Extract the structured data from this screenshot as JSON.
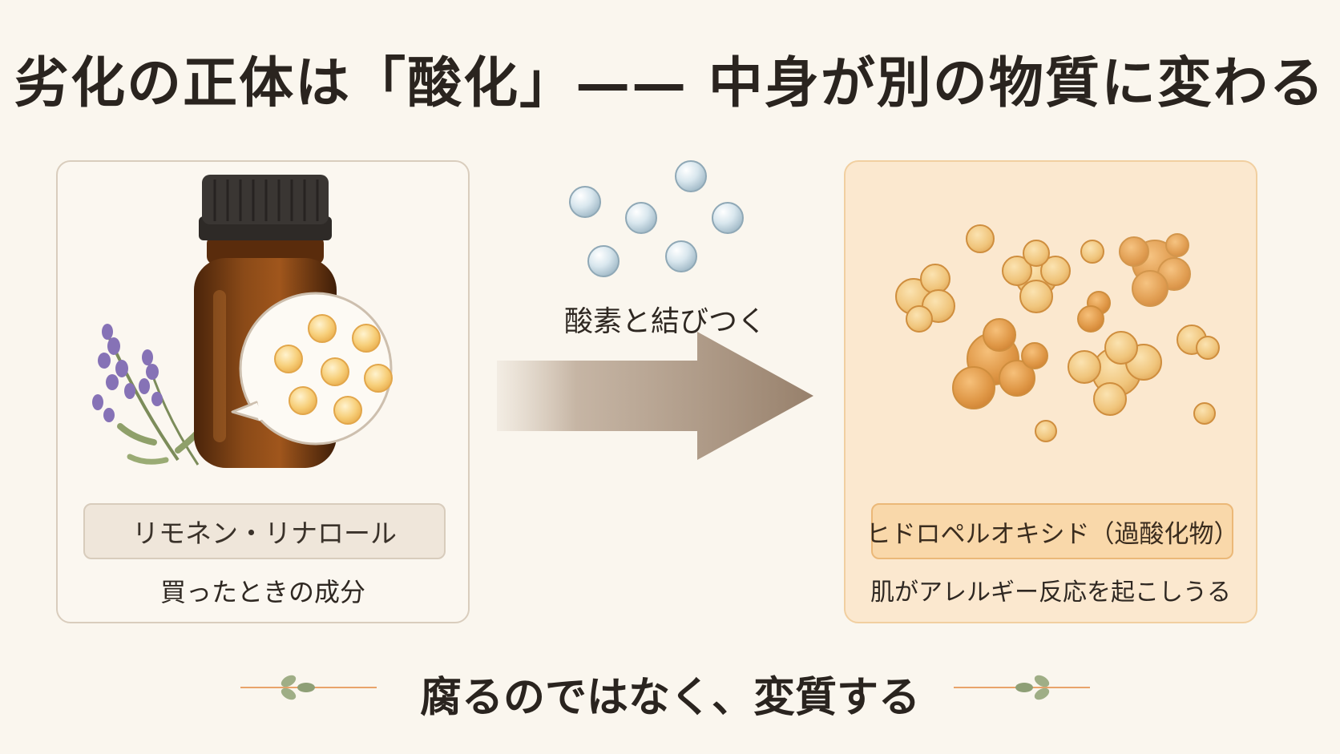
{
  "title": "劣化の正体は「酸化」—— 中身が別の物質に変わる",
  "left_panel": {
    "label": "リモネン・リナロール",
    "caption": "買ったときの成分"
  },
  "middle": {
    "label": "酸素と結びつく"
  },
  "right_panel": {
    "label": "ヒドロペルオキシド（過酸化物）",
    "caption": "肌がアレルギー反応を起こしうる"
  },
  "bottom_text": "腐るのではなく、変質する",
  "colors": {
    "background": "#faf6ee",
    "amber_bottle": "#7a3f12",
    "molecule_yellow": "#f7cf7a",
    "oxygen_blue": "#c6dbe6",
    "arrow_brown": "#9d8874",
    "peroxide_orange": "#e6a24d"
  }
}
